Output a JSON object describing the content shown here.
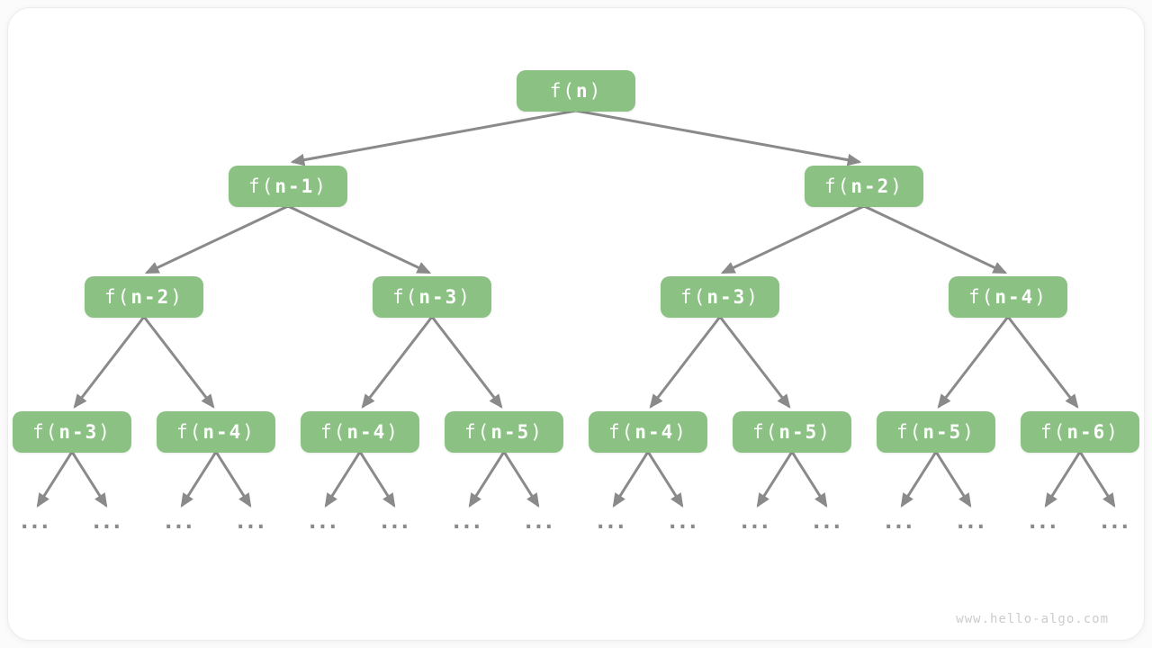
{
  "watermark": "www.hello-algo.com",
  "colors": {
    "node_fill": "#8BC183",
    "node_text": "#FFFFFF",
    "arrow": "#8A8A8A",
    "ellipsis": "#8A8A8A",
    "watermark_text": "#CCCCCC",
    "card_background": "#FFFFFF",
    "page_background": "#FBFBFB"
  },
  "tree": {
    "description": "recursion-tree",
    "ellipsis": "...",
    "ellipsis_count": 16,
    "levels": [
      {
        "depth": 1,
        "nodes": [
          {
            "label": "f(n)",
            "prefix": "f(",
            "arg": "n",
            "suffix": ")"
          }
        ]
      },
      {
        "depth": 2,
        "nodes": [
          {
            "label": "f(n-1)",
            "prefix": "f(",
            "arg": "n-1",
            "suffix": ")"
          },
          {
            "label": "f(n-2)",
            "prefix": "f(",
            "arg": "n-2",
            "suffix": ")"
          }
        ]
      },
      {
        "depth": 3,
        "nodes": [
          {
            "label": "f(n-2)",
            "prefix": "f(",
            "arg": "n-2",
            "suffix": ")"
          },
          {
            "label": "f(n-3)",
            "prefix": "f(",
            "arg": "n-3",
            "suffix": ")"
          },
          {
            "label": "f(n-3)",
            "prefix": "f(",
            "arg": "n-3",
            "suffix": ")"
          },
          {
            "label": "f(n-4)",
            "prefix": "f(",
            "arg": "n-4",
            "suffix": ")"
          }
        ]
      },
      {
        "depth": 4,
        "nodes": [
          {
            "label": "f(n-3)",
            "prefix": "f(",
            "arg": "n-3",
            "suffix": ")"
          },
          {
            "label": "f(n-4)",
            "prefix": "f(",
            "arg": "n-4",
            "suffix": ")"
          },
          {
            "label": "f(n-4)",
            "prefix": "f(",
            "arg": "n-4",
            "suffix": ")"
          },
          {
            "label": "f(n-5)",
            "prefix": "f(",
            "arg": "n-5",
            "suffix": ")"
          },
          {
            "label": "f(n-4)",
            "prefix": "f(",
            "arg": "n-4",
            "suffix": ")"
          },
          {
            "label": "f(n-5)",
            "prefix": "f(",
            "arg": "n-5",
            "suffix": ")"
          },
          {
            "label": "f(n-5)",
            "prefix": "f(",
            "arg": "n-5",
            "suffix": ")"
          },
          {
            "label": "f(n-6)",
            "prefix": "f(",
            "arg": "n-6",
            "suffix": ")"
          }
        ]
      }
    ]
  }
}
